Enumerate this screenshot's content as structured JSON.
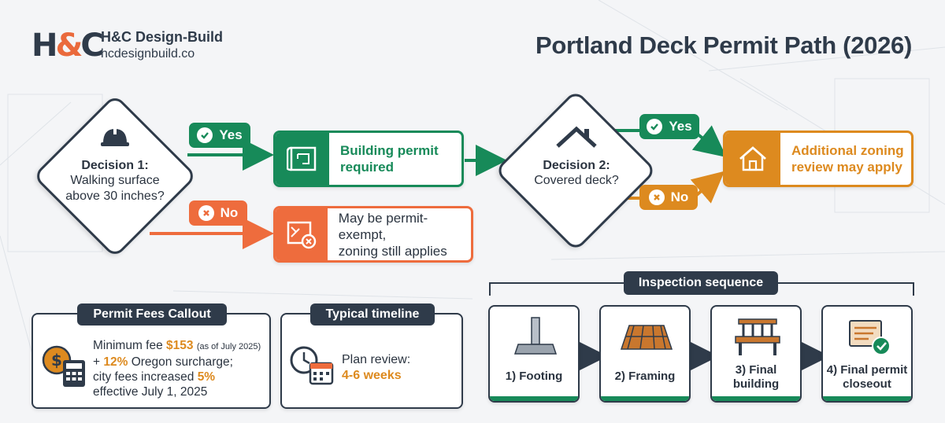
{
  "brand": {
    "logo_h": "H",
    "logo_amp": "&",
    "logo_c": "C",
    "name": "H&C Design-Build",
    "url": "hcdesignbuild.co"
  },
  "title": "Portland Deck Permit Path (2026)",
  "decision1": {
    "title": "Decision 1:",
    "line1": "Walking surface",
    "line2": "above 30 inches?",
    "icon": "hard-hat-icon"
  },
  "decision2": {
    "title": "Decision 2:",
    "line1": "Covered deck?",
    "icon": "roof-icon"
  },
  "pills": {
    "yes": "Yes",
    "no": "No"
  },
  "results": {
    "permit_required": {
      "line1": "Building permit",
      "line2": "required",
      "icon": "blueprint-icon"
    },
    "permit_exempt": {
      "line1": "May be permit-exempt,",
      "line2": "zoning still applies",
      "icon": "crossed-plan-icon"
    },
    "zoning_review": {
      "line1": "Additional zoning",
      "line2": "review may apply",
      "icon": "house-icon"
    }
  },
  "fees": {
    "tag": "Permit Fees Callout",
    "line1_pre": "Minimum fee ",
    "min_fee": "$153",
    "as_of": "(as of July 2025)",
    "line2_pre": "+ ",
    "surcharge": "12%",
    "line2_post": " Oregon surcharge;",
    "line3_pre": "city fees increased ",
    "increase": "5%",
    "line4": "effective July 1, 2025",
    "icon": "money-calculator-icon"
  },
  "timeline": {
    "tag": "Typical timeline",
    "label": "Plan review:",
    "value": "4-6 weeks",
    "icon": "clock-calendar-icon"
  },
  "inspection": {
    "tag": "Inspection sequence",
    "steps": [
      {
        "line1": "1) Footing",
        "line2": "",
        "icon": "footing-icon"
      },
      {
        "line1": "2) Framing",
        "line2": "",
        "icon": "framing-icon"
      },
      {
        "line1": "3) Final",
        "line2": "building",
        "icon": "bench-icon"
      },
      {
        "line1": "4) Final permit",
        "line2": "closeout",
        "icon": "certificate-icon"
      }
    ]
  },
  "colors": {
    "navy": "#2f3b4a",
    "green": "#178a59",
    "orange": "#ee6c3d",
    "amber": "#dd8a1f"
  }
}
